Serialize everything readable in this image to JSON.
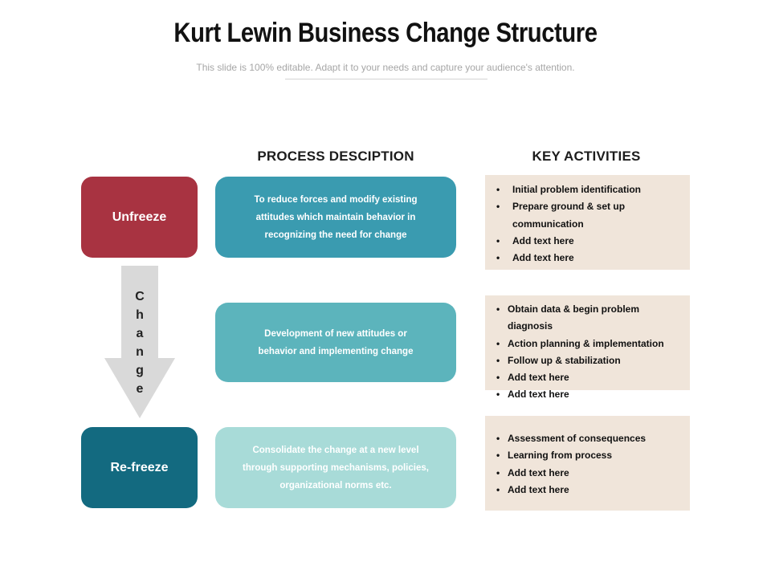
{
  "title": "Kurt Lewin Business Change Structure",
  "subtitle": "This slide is 100% editable. Adapt it to your needs and capture your audience's attention.",
  "headers": {
    "process": "PROCESS DESCIPTION",
    "activities": "KEY ACTIVITIES"
  },
  "stages": {
    "unfreeze": "Unfreeze",
    "refreeze": "Re-freeze",
    "change_letters": [
      "C",
      "h",
      "a",
      "n",
      "g",
      "e"
    ]
  },
  "descriptions": [
    {
      "lines": [
        "To reduce forces and modify existing",
        "attitudes which maintain behavior in",
        "recognizing the need for change"
      ]
    },
    {
      "lines": [
        "Development of new attitudes or",
        "behavior and implementing change"
      ]
    },
    {
      "lines": [
        "Consolidate the change at a new level",
        "through supporting mechanisms, policies,",
        "organizational norms etc."
      ]
    }
  ],
  "activities": [
    {
      "items": [
        "Initial problem identification",
        "Prepare ground & set up communication",
        "Add text here",
        "Add text here"
      ]
    },
    {
      "items": [
        "Obtain data & begin problem diagnosis",
        "Action planning & implementation",
        "Follow up & stabilization",
        "Add text here",
        "Add text here"
      ]
    },
    {
      "items": [
        "Assessment of consequences",
        "Learning from process",
        "Add text here",
        "Add text here"
      ]
    }
  ],
  "colors": {
    "unfreeze": "#a83341",
    "refreeze": "#136a80",
    "desc1": "#3a9bb0",
    "desc2": "#5cb4bc",
    "desc3": "#a8dbd8",
    "activity_bg": "#f0e5da",
    "arrow": "#d9d9d9"
  }
}
